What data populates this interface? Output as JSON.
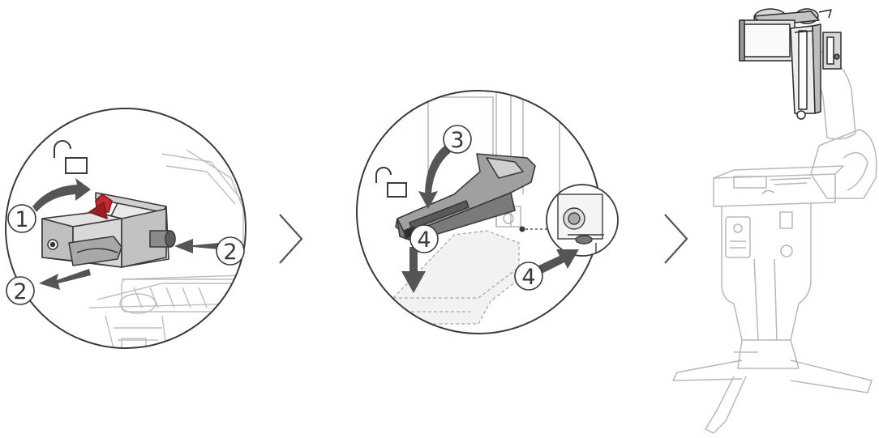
{
  "steps": {
    "s1": "1",
    "s2a": "2",
    "s2b": "2",
    "s3": "3",
    "s4a": "4",
    "s4b": "4"
  },
  "icons": {
    "unlock": "unlock-icon",
    "next": "chevron-right-icon",
    "arrow": "arrow-icon"
  },
  "colors": {
    "line": "#3a3a3a",
    "light_line": "#b5b5b5",
    "arrow": "#555555",
    "accent_red": "#c8282e",
    "clamp_fill": "#9a9a9a",
    "clamp_dark": "#6e6e6e"
  }
}
